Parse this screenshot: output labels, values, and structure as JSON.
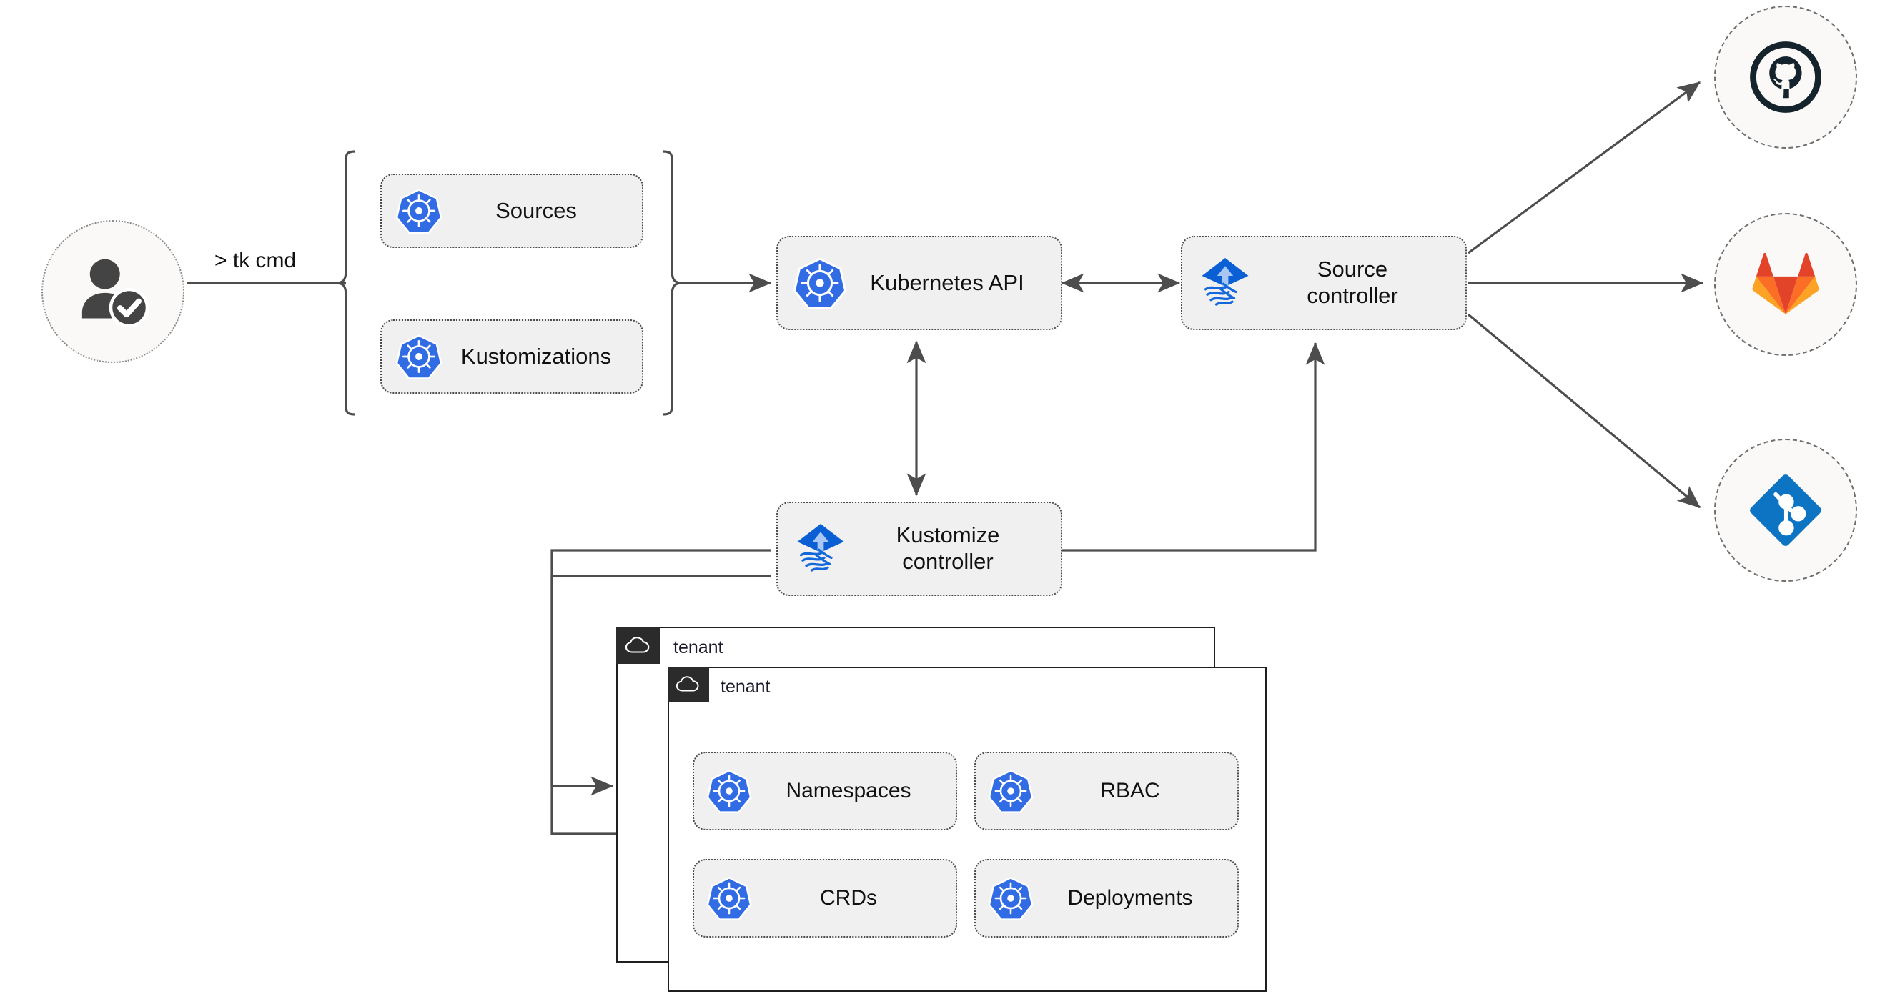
{
  "diagram": {
    "title": "Flux multi-tenancy GitOps architecture",
    "colors": {
      "k8s_blue": "#326CE5",
      "flux_blue": "#0B5FD4",
      "flux_arrow": "#A8C7F5",
      "github_dark": "#14232C",
      "gitlab_red": "#E24329",
      "gitlab_orange": "#FC6D26",
      "gitlab_amber": "#FCA326",
      "git_blue": "#0D74C4",
      "edge_gray": "#4d4d4d",
      "card_fill": "#f0f0f0",
      "circle_fill": "#faf9f7",
      "tenant_tab": "#2b2b2b"
    }
  },
  "actor": {
    "icon": "authenticated-user-icon",
    "command_label": "> tk cmd"
  },
  "resource_group": {
    "bracket": "curly-brace",
    "items": [
      {
        "label": "Sources",
        "icon": "kubernetes-icon"
      },
      {
        "label": "Kustomizations",
        "icon": "kubernetes-icon"
      }
    ]
  },
  "cluster": {
    "api": {
      "label": "Kubernetes API",
      "icon": "kubernetes-icon"
    },
    "controllers": [
      {
        "label": "Source\ncontroller",
        "icon": "flux-icon"
      },
      {
        "label": "Kustomize\ncontroller",
        "icon": "flux-icon"
      }
    ]
  },
  "git_providers": [
    {
      "name": "github",
      "icon": "github-icon"
    },
    {
      "name": "gitlab",
      "icon": "gitlab-icon"
    },
    {
      "name": "git",
      "icon": "git-icon"
    }
  ],
  "tenants": [
    {
      "title": "tenant",
      "icon": "cloud-icon",
      "resources": []
    },
    {
      "title": "tenant",
      "icon": "cloud-icon",
      "resources": [
        {
          "label": "Namespaces",
          "icon": "kubernetes-icon"
        },
        {
          "label": "RBAC",
          "icon": "kubernetes-icon"
        },
        {
          "label": "CRDs",
          "icon": "kubernetes-icon"
        },
        {
          "label": "Deployments",
          "icon": "kubernetes-icon"
        }
      ]
    }
  ],
  "edges": [
    {
      "from": "user",
      "to": "resource-brace",
      "type": "line"
    },
    {
      "from": "resource-brace",
      "to": "kubernetes-api",
      "type": "arrow"
    },
    {
      "from": "kubernetes-api",
      "to": "source-controller",
      "type": "bidirectional-arrow"
    },
    {
      "from": "kubernetes-api",
      "to": "kustomize-controller",
      "type": "bidirectional-arrow"
    },
    {
      "from": "kustomize-controller",
      "to": "source-controller",
      "type": "arrow"
    },
    {
      "from": "source-controller",
      "to": "github",
      "type": "arrow"
    },
    {
      "from": "source-controller",
      "to": "gitlab",
      "type": "arrow"
    },
    {
      "from": "source-controller",
      "to": "git",
      "type": "arrow"
    },
    {
      "from": "kustomize-controller",
      "to": "tenant-1",
      "type": "arrow"
    },
    {
      "from": "kustomize-controller",
      "to": "tenant-2",
      "type": "arrow"
    }
  ]
}
